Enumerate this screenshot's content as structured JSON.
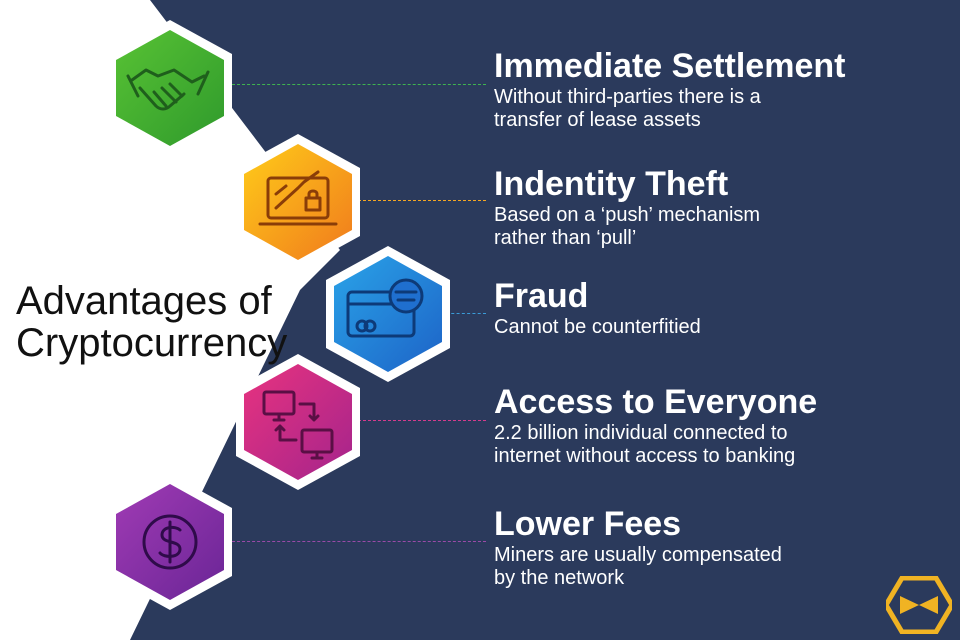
{
  "title": [
    "Advantages of",
    "Cryptocurrency"
  ],
  "items": [
    {
      "heading": "Immediate Settlement",
      "desc": [
        "Without third-parties there is a",
        "transfer of lease assets"
      ],
      "icon": "handshake-icon",
      "color_a": "#58c234",
      "color_b": "#2f9a2c",
      "dash": "#3fb34f"
    },
    {
      "heading": "Indentity Theft",
      "desc": [
        "Based on a ‘push’ mechanism",
        "rather than ‘pull’"
      ],
      "icon": "laptop-lock-icon",
      "color_a": "#ffcc1a",
      "color_b": "#f07a1c",
      "dash": "#f5a623"
    },
    {
      "heading": "Fraud",
      "desc": [
        "Cannot be counterfitied",
        ""
      ],
      "icon": "card-thief-icon",
      "color_a": "#2aa3e8",
      "color_b": "#1d63c7",
      "dash": "#3a9bd8"
    },
    {
      "heading": "Access to Everyone",
      "desc": [
        "2.2 billion individual connected to",
        "internet without access to banking"
      ],
      "icon": "computers-transfer-icon",
      "color_a": "#e8337f",
      "color_b": "#a4248c",
      "dash": "#d53a8e"
    },
    {
      "heading": "Lower Fees",
      "desc": [
        "Miners are usually compensated",
        "by the network"
      ],
      "icon": "dollar-coin-icon",
      "color_a": "#a03bb4",
      "color_b": "#6a2596",
      "dash": "#9a4aa8"
    }
  ],
  "colors": {
    "background": "#2b3a5c",
    "light_panel": "#ffffff",
    "logo": "#f0b323"
  }
}
